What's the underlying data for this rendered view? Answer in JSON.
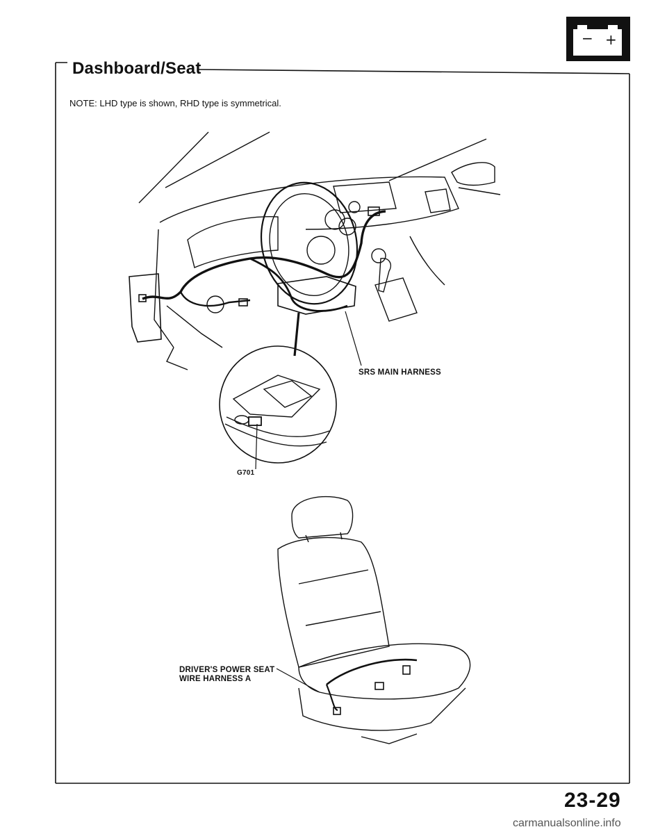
{
  "section_title": "Dashboard/Seat",
  "note": "NOTE:  LHD type is shown, RHD type is symmetrical.",
  "labels": {
    "srs_main_harness": "SRS MAIN HARNESS",
    "ground": "G701",
    "drivers_seat_line1": "DRIVER'S POWER SEAT",
    "drivers_seat_line2": "WIRE HARNESS A"
  },
  "battery_symbol": {
    "minus": "−",
    "plus": "+"
  },
  "page_number": "23-29",
  "watermark": "carmanualsonline.info"
}
